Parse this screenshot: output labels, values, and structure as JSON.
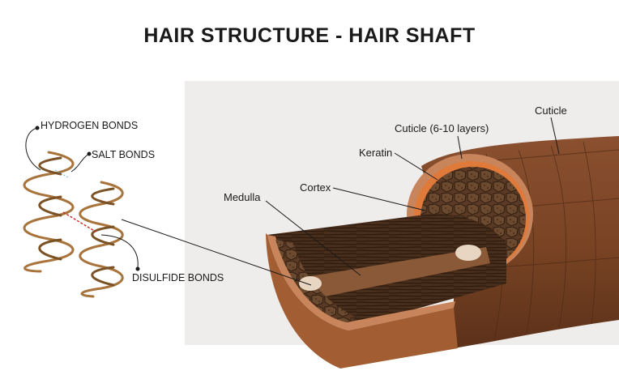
{
  "title": "HAIR STRUCTURE - HAIR SHAFT",
  "bond_labels": {
    "hydrogen": "HYDROGEN BONDS",
    "salt": "SALT BONDS",
    "disulfide": "DISULFIDE BONDS"
  },
  "shaft_labels": {
    "cuticle": "Cuticle",
    "cuticle_layers": "Cuticle (6-10 layers)",
    "keratin": "Keratin",
    "cortex": "Cortex",
    "medulla": "Medulla"
  },
  "colors": {
    "panel": "#efedeb",
    "hair_outer": "#7a4424",
    "hair_light": "#a56b40",
    "cuticle_rim": "#c8845a",
    "cortex_dark": "#3f2818",
    "medulla": "#8a5a38",
    "helix": "#a8743c",
    "disulfide": "#cc2222"
  }
}
